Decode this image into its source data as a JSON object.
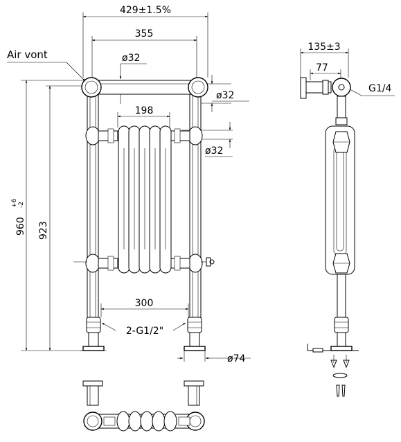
{
  "front_view": {
    "overall_width": "429±1.5%",
    "rail_centres": "355",
    "rail_diameter": "ø32",
    "air_vent_label": "Air vont",
    "top_rail_diameter": "ø32",
    "column_width": "198",
    "column_pipe_diameter": "ø32",
    "overall_height_main": "960",
    "overall_height_tolerance_upper": "+6",
    "overall_height_tolerance_lower": "-2",
    "rail_height": "923",
    "valve_centres": "300",
    "connection_thread": "2-G1/2\"",
    "foot_diameter": "ø74"
  },
  "side_view": {
    "overall_depth": "135±3",
    "bracket_depth": "77",
    "vent_thread": "G1/4"
  }
}
